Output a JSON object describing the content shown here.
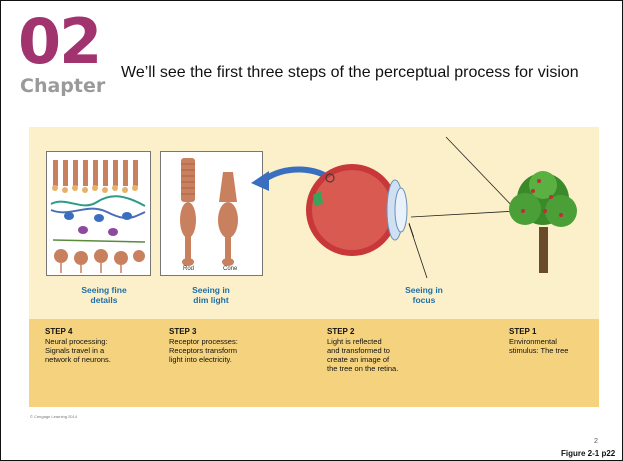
{
  "chapter": {
    "number": "02",
    "word": "Chapter"
  },
  "title": "We’ll see the first three steps of the perceptual process for vision",
  "figure": {
    "panel_labels": {
      "rod": "Rod",
      "cone": "Cone"
    },
    "seeing": [
      {
        "line1": "Seeing fine",
        "line2": "details"
      },
      {
        "line1": "Seeing in",
        "line2": "dim light"
      },
      {
        "line1": "Seeing in",
        "line2": "focus"
      }
    ],
    "steps": [
      {
        "heading": "STEP 4",
        "lines": [
          "Neural processing:",
          "Signals travel in a",
          "network of neurons."
        ]
      },
      {
        "heading": "STEP 3",
        "lines": [
          "Receptor processes:",
          "Receptors transform",
          "light into electricity."
        ]
      },
      {
        "heading": "STEP 2",
        "lines": [
          "Light is reflected",
          "and transformed to",
          "create an image of",
          "the tree on the retina."
        ]
      },
      {
        "heading": "STEP 1",
        "lines": [
          "Environmental",
          "stimulus: The tree"
        ]
      }
    ],
    "copyright": "© Cengage Learning 2014"
  },
  "footer": {
    "page_number": "2",
    "figure_ref": "Figure 2-1 p22"
  },
  "colors": {
    "chapter_accent": "#a1346f",
    "seeing_blue": "#1f6ea8",
    "figure_bg": "#fbf0c9",
    "band": "#f4d27e"
  }
}
